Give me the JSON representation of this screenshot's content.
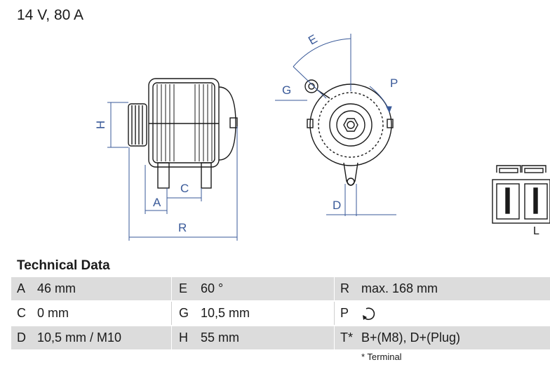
{
  "title": "14 V, 80 A",
  "drawing": {
    "dimension_letters": {
      "H": "H",
      "A": "A",
      "C": "C",
      "R": "R",
      "E": "E",
      "G": "G",
      "P": "P",
      "D": "D"
    },
    "connector_label": "L",
    "line_color": "#1a1a1a",
    "dimension_color": "#3a5a99"
  },
  "technical_data": {
    "heading": "Technical Data",
    "rows": [
      [
        {
          "key": "A",
          "value": "46 mm"
        },
        {
          "key": "E",
          "value": "60 °"
        },
        {
          "key": "R",
          "value": "max. 168 mm"
        }
      ],
      [
        {
          "key": "C",
          "value": "0 mm"
        },
        {
          "key": "G",
          "value": "10,5 mm"
        },
        {
          "key": "P",
          "value": "",
          "icon": "clockwise-rotation-icon"
        }
      ],
      [
        {
          "key": "D",
          "value": "10,5 mm / M10"
        },
        {
          "key": "H",
          "value": "55 mm"
        },
        {
          "key": "T*",
          "value": "B+(M8), D+(Plug)"
        }
      ]
    ],
    "footnote": "* Terminal",
    "row_shading": "#dcdcdc"
  }
}
